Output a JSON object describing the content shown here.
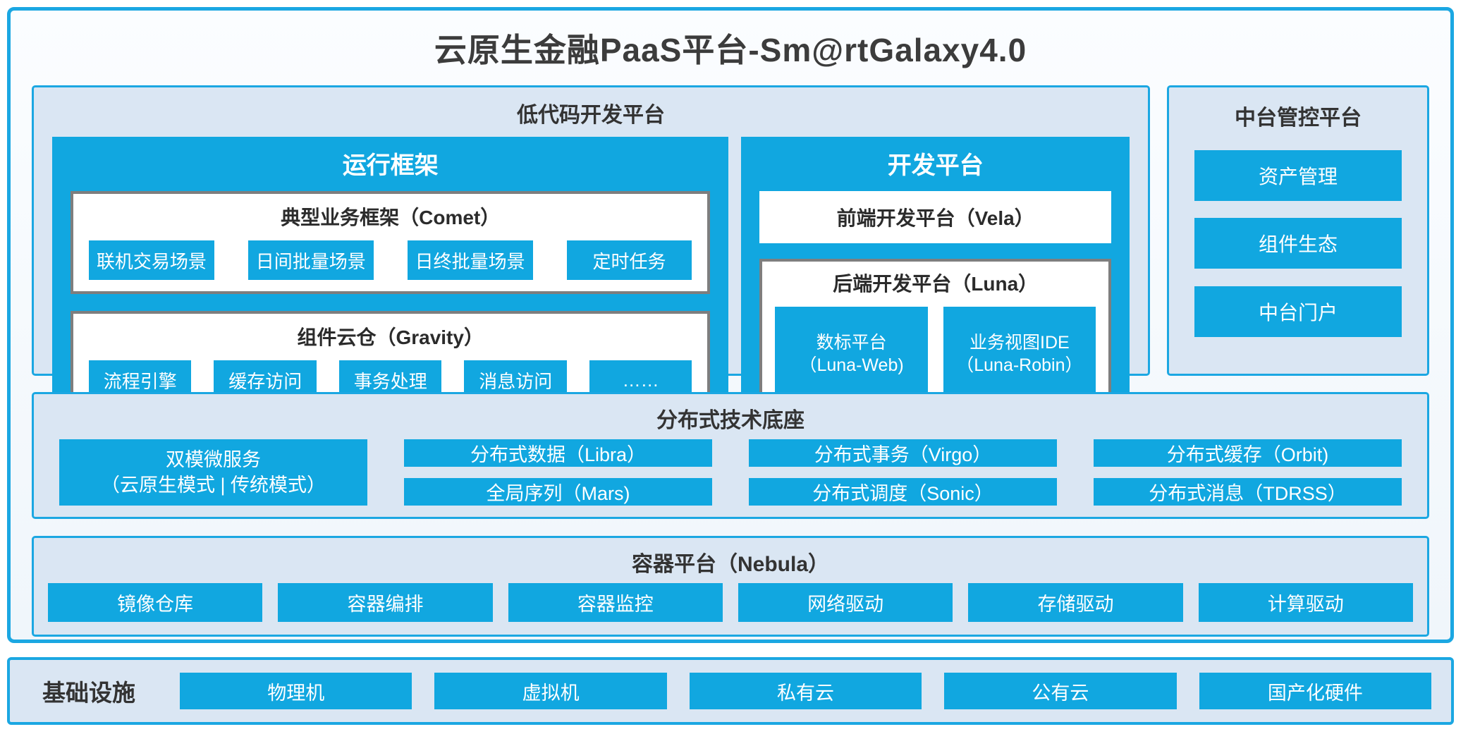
{
  "title": "云原生金融PaaS平台-Sm@rtGalaxy4.0",
  "colors": {
    "accent_blue": "#11A7E0",
    "border_blue": "#1BA7E2",
    "section_bg": "#DAE6F3",
    "box_border_gray": "#7E7E7E",
    "dark_text": "#333333",
    "white_text": "#FFFFFF"
  },
  "low_code": {
    "title": "低代码开发平台",
    "runtime": {
      "title": "运行框架",
      "comet": {
        "title": "典型业务框架（Comet）",
        "items": [
          "联机交易场景",
          "日间批量场景",
          "日终批量场景",
          "定时任务"
        ]
      },
      "gravity": {
        "title": "组件云仓（Gravity）",
        "items": [
          "流程引擎",
          "缓存访问",
          "事务处理",
          "消息访问",
          "……"
        ]
      }
    },
    "dev": {
      "title": "开发平台",
      "vela": "前端开发平台（Vela）",
      "luna": {
        "title": "后端开发平台（Luna）",
        "items": [
          {
            "line1": "数标平台",
            "line2": "（Luna-Web)"
          },
          {
            "line1": "业务视图IDE",
            "line2": "（Luna-Robin）"
          }
        ]
      }
    }
  },
  "midend": {
    "title": "中台管控平台",
    "items": [
      "资产管理",
      "组件生态",
      "中台门户"
    ]
  },
  "distributed": {
    "title": "分布式技术底座",
    "dual": {
      "line1": "双模微服务",
      "line2": "（云原生模式 | 传统模式）"
    },
    "col2": [
      "分布式数据（Libra）",
      "全局序列（Mars)"
    ],
    "col3": [
      "分布式事务（Virgo）",
      "分布式调度（Sonic）"
    ],
    "col4": [
      "分布式缓存（Orbit)",
      "分布式消息（TDRSS）"
    ]
  },
  "container_platform": {
    "title": "容器平台（Nebula）",
    "items": [
      "镜像仓库",
      "容器编排",
      "容器监控",
      "网络驱动",
      "存储驱动",
      "计算驱动"
    ]
  },
  "infrastructure": {
    "title": "基础设施",
    "items": [
      "物理机",
      "虚拟机",
      "私有云",
      "公有云",
      "国产化硬件"
    ]
  }
}
